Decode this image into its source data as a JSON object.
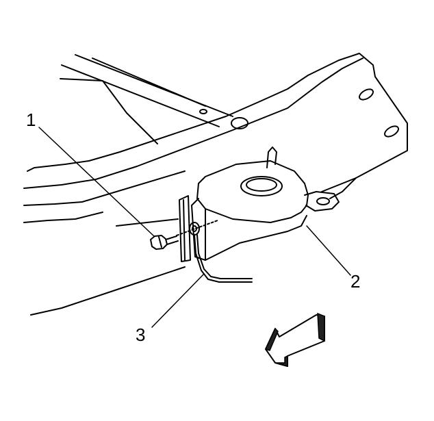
{
  "callouts": [
    {
      "id": "1",
      "label": "1"
    },
    {
      "id": "2",
      "label": "2"
    },
    {
      "id": "3",
      "label": "3"
    }
  ],
  "colors": {
    "background": "#ffffff",
    "line": "#000000",
    "arrow_fill": "#222222"
  },
  "icons": {
    "direction_arrow": "front-direction-arrow-icon"
  }
}
